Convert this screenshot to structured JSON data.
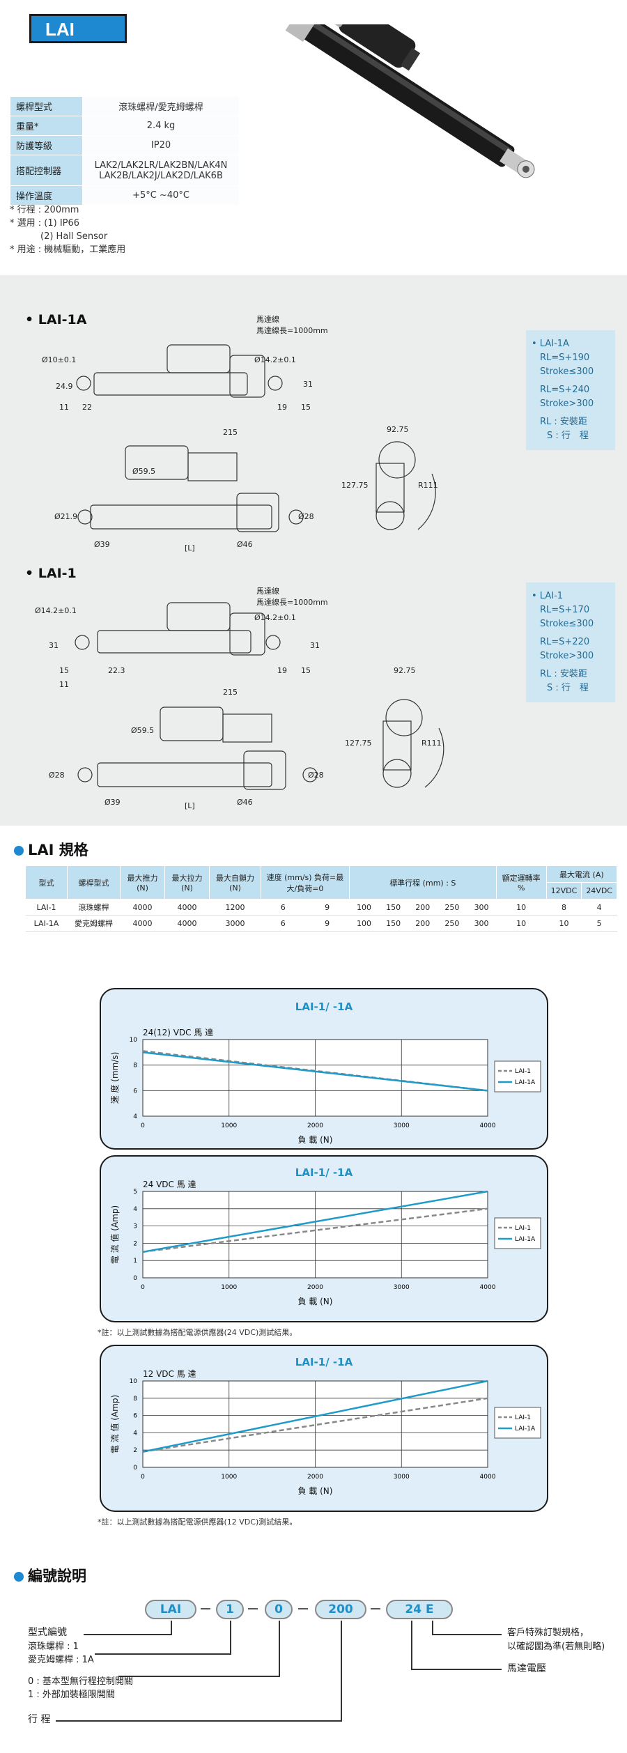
{
  "header": {
    "badge": "LAI"
  },
  "spec_table": [
    {
      "label": "螺桿型式",
      "value": "滾珠螺桿/愛克姆螺桿"
    },
    {
      "label": "重量*",
      "value": "2.4 kg"
    },
    {
      "label": "防護等級",
      "value": "IP20"
    },
    {
      "label": "搭配控制器",
      "value": "LAK2/LAK2LR/LAK2BN/LAK4N LAK2B/LAK2J/LAK2D/LAK6B"
    },
    {
      "label": "操作溫度",
      "value": "+5°C ~40°C"
    }
  ],
  "notes": [
    "* 行程 : 200mm",
    "* 選用 : (1) IP66",
    "(2) Hall Sensor",
    "* 用途 : 機械驅動，工業應用"
  ],
  "drawings": {
    "lai1a": {
      "title": "• LAI-1A",
      "motor_line": "馬達線",
      "motor_len": "馬達線長=1000mm",
      "dims": [
        "Ø10±0.1",
        "24.9",
        "11",
        "22",
        "Ø14.2±0.1",
        "31",
        "19",
        "15",
        "215",
        "Ø59.5",
        "Ø21.9",
        "Ø39",
        "[L]",
        "Ø46",
        "Ø28",
        "92.75",
        "127.75",
        "R111"
      ],
      "info": [
        "• LAI-1A",
        "RL=S+190",
        "Stroke≤300",
        "RL=S+240",
        "Stroke>300",
        "RL : 安裝距",
        "S : 行　程"
      ]
    },
    "lai1": {
      "title": "• LAI-1",
      "motor_line": "馬達線",
      "motor_len": "馬達線長=1000mm",
      "dims": [
        "Ø14.2±0.1",
        "31",
        "15",
        "22.3",
        "11",
        "Ø14.2±0.1",
        "31",
        "19",
        "15",
        "215",
        "Ø59.5",
        "Ø28",
        "Ø39",
        "[L]",
        "Ø46",
        "Ø28",
        "92.75",
        "127.75",
        "R111"
      ],
      "info": [
        "• LAI-1",
        "RL=S+170",
        "Stroke≤300",
        "RL=S+220",
        "Stroke>300",
        "RL : 安裝距",
        "S : 行　程"
      ]
    }
  },
  "spec2": {
    "title": "LAI 規格",
    "headers": [
      "型式",
      "螺桿型式",
      "最大推力 (N)",
      "最大拉力 (N)",
      "最大自鎖力 (N)",
      "速度 (mm/s) 負荷=最大/負荷=0",
      "標準行程 (mm) : S",
      "額定運轉率 %",
      "最大電流 (A)"
    ],
    "sub_headers": [
      "12VDC",
      "24VDC"
    ],
    "rows": [
      [
        "LAI-1",
        "滾珠螺桿",
        "4000",
        "4000",
        "1200",
        "6",
        "9",
        "100",
        "150",
        "200",
        "250",
        "300",
        "10",
        "8",
        "4"
      ],
      [
        "LAI-1A",
        "愛克姆螺桿",
        "4000",
        "4000",
        "3000",
        "6",
        "9",
        "100",
        "150",
        "200",
        "250",
        "300",
        "10",
        "10",
        "5"
      ]
    ]
  },
  "chart_data": [
    {
      "type": "line",
      "title": "LAI-1/ -1A",
      "subtitle": "24(12) VDC 馬 達",
      "xlabel": "負 載 (N)",
      "ylabel": "速 度 (mm/s)",
      "x": [
        0,
        4000
      ],
      "xticks": [
        0,
        1000,
        2000,
        3000,
        4000
      ],
      "yticks": [
        4,
        6,
        8,
        10
      ],
      "ylim": [
        4,
        10
      ],
      "series": [
        {
          "name": "LAI-1",
          "color": "#888888",
          "dashed": true,
          "values": [
            9.1,
            6.0
          ]
        },
        {
          "name": "LAI-1A",
          "color": "#1e9bc9",
          "dashed": false,
          "values": [
            9.0,
            6.0
          ]
        }
      ]
    },
    {
      "type": "line",
      "title": "LAI-1/ -1A",
      "subtitle": "24 VDC 馬 達",
      "xlabel": "負 載 (N)",
      "ylabel": "電 流 值 (Amp)",
      "x": [
        0,
        4000
      ],
      "xticks": [
        0,
        1000,
        2000,
        3000,
        4000
      ],
      "yticks": [
        0,
        1,
        2,
        3,
        4,
        5
      ],
      "ylim": [
        0,
        5
      ],
      "series": [
        {
          "name": "LAI-1",
          "color": "#888888",
          "dashed": true,
          "values": [
            1.5,
            4.0
          ]
        },
        {
          "name": "LAI-1A",
          "color": "#1e9bc9",
          "dashed": false,
          "values": [
            1.5,
            5.0
          ]
        }
      ],
      "note": "*註：以上測試數據為搭配電源供應器(24 VDC)測試結果。"
    },
    {
      "type": "line",
      "title": "LAI-1/ -1A",
      "subtitle": "12 VDC 馬 達",
      "xlabel": "負 載 (N)",
      "ylabel": "電 流 值 (Amp)",
      "x": [
        0,
        4000
      ],
      "xticks": [
        0,
        1000,
        2000,
        3000,
        4000
      ],
      "yticks": [
        0,
        2,
        4,
        6,
        8,
        10
      ],
      "ylim": [
        0,
        10
      ],
      "series": [
        {
          "name": "LAI-1",
          "color": "#888888",
          "dashed": true,
          "values": [
            1.8,
            8.0
          ]
        },
        {
          "name": "LAI-1A",
          "color": "#1e9bc9",
          "dashed": false,
          "values": [
            1.8,
            10.0
          ]
        }
      ],
      "note": "*註：以上測試數據為搭配電源供應器(12 VDC)測試結果。"
    }
  ],
  "coding": {
    "title": "編號說明",
    "codes": [
      "LAI",
      "1",
      "0",
      "200",
      "24 E"
    ],
    "labels": {
      "model": "型式編號",
      "model_1": "滾珠螺桿 : 1",
      "model_1a": "愛克姆螺桿 : 1A",
      "switch_0": "0 : 基本型無行程控制開關",
      "switch_1": "1 : 外部加裝極限開關",
      "stroke": "行 程",
      "custom_1": "客戶特殊訂製規格，",
      "custom_2": "以確認圖為準(若無則略)",
      "voltage": "馬達電壓"
    }
  }
}
